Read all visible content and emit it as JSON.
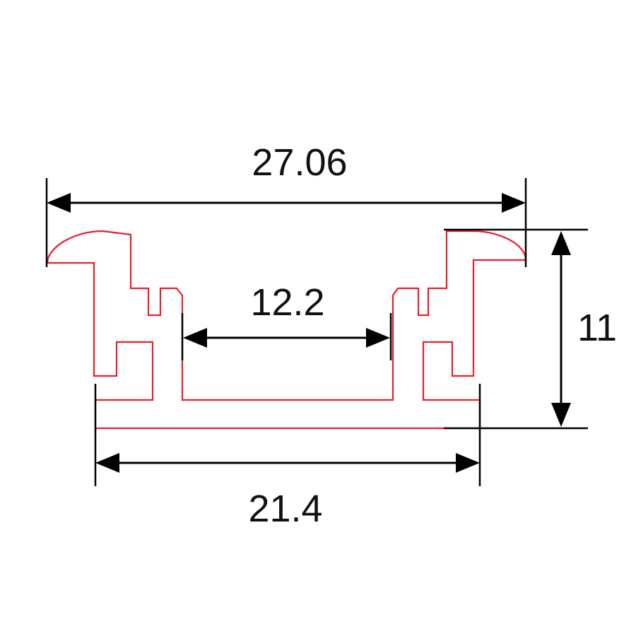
{
  "diagram": {
    "profile_color": "#e8202a",
    "dimension_color": "#000000",
    "dimensions": {
      "overall_width": "27.06",
      "inner_width": "12.2",
      "base_width": "21.4",
      "height": "11"
    }
  }
}
